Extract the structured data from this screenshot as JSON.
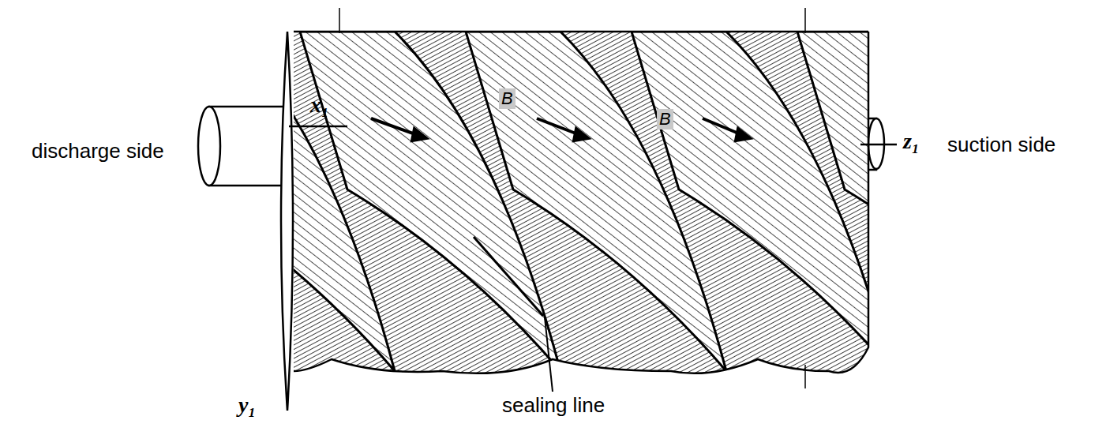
{
  "diagram": {
    "labels": [
      "discharge side",
      "x₁",
      "y₁",
      "z₁",
      "suction side",
      "B",
      "B",
      "sealing line"
    ]
  }
}
